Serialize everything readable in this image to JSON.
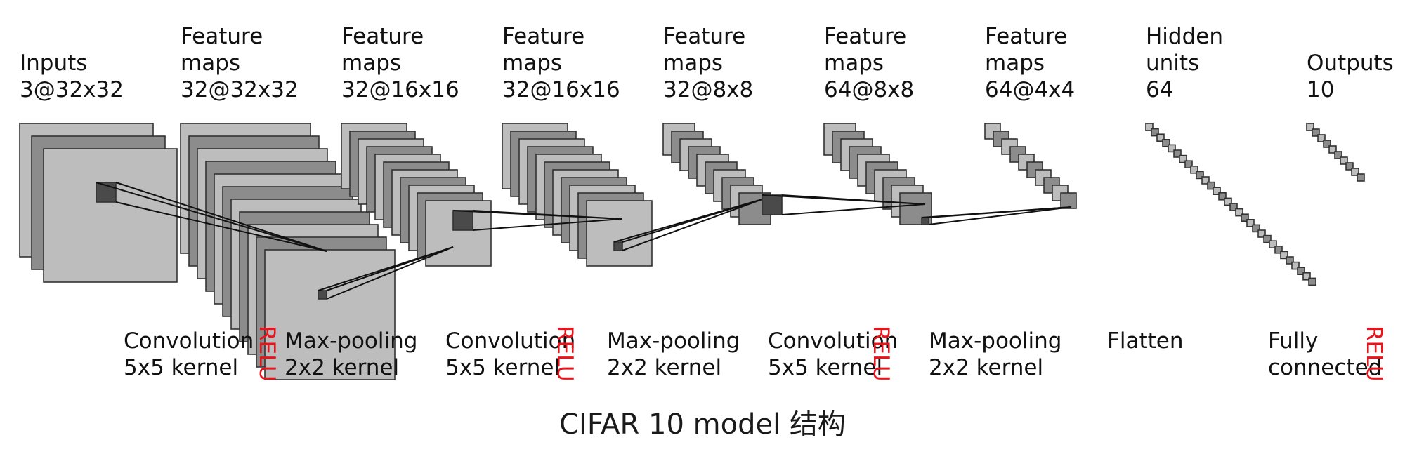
{
  "layer_labels": [
    {
      "line1": "",
      "line2": "Inputs",
      "line3": "3@32x32"
    },
    {
      "line1": "Feature",
      "line2": "maps",
      "line3": "32@32x32"
    },
    {
      "line1": "Feature",
      "line2": "maps",
      "line3": "32@16x16"
    },
    {
      "line1": "Feature",
      "line2": "maps",
      "line3": "32@16x16"
    },
    {
      "line1": "Feature",
      "line2": "maps",
      "line3": "32@8x8"
    },
    {
      "line1": "Feature",
      "line2": "maps",
      "line3": "64@8x8"
    },
    {
      "line1": "Feature",
      "line2": "maps",
      "line3": "64@4x4"
    },
    {
      "line1": "Hidden",
      "line2": "units",
      "line3": "64"
    },
    {
      "line1": "",
      "line2": "Outputs",
      "line3": "10"
    }
  ],
  "operations": [
    {
      "line1": "Convolution",
      "line2": "5x5 kernel"
    },
    {
      "line1": "Max-pooling",
      "line2": "2x2 kernel"
    },
    {
      "line1": "Convolution",
      "line2": "5x5 kernel"
    },
    {
      "line1": "Max-pooling",
      "line2": "2x2 kernel"
    },
    {
      "line1": "Convolution",
      "line2": "5x5 kernel"
    },
    {
      "line1": "Max-pooling",
      "line2": "2x2 kernel"
    },
    {
      "line1": "Flatten",
      "line2": ""
    },
    {
      "line1": "Fully",
      "line2": "connected"
    }
  ],
  "activations": [
    "RELU",
    "RELU",
    "RELU",
    "RELU"
  ],
  "caption": "CIFAR 10 model 结构",
  "colors": {
    "map_fill": "#bdbdbd",
    "map_fill_alt": "#8c8c8c",
    "map_stroke": "#333333",
    "kernel_fill": "#4a4a4a",
    "relu": "#e8141c",
    "text": "#111111"
  }
}
